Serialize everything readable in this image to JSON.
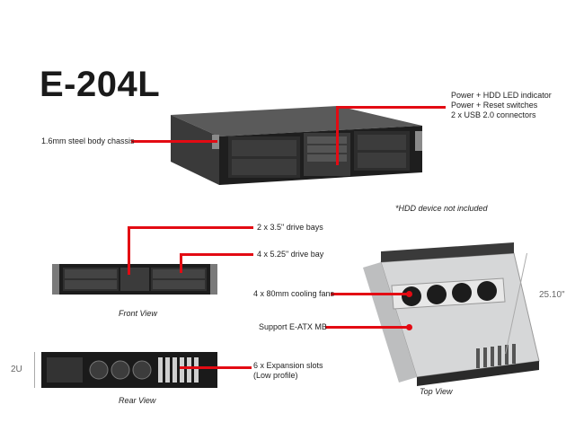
{
  "title": "E-204L",
  "callouts": {
    "power_hdd_led": "Power + HDD LED indicator",
    "power_reset": "Power + Reset switches",
    "usb": "2 x USB 2.0 connectors",
    "steel_body": "1.6mm steel body chassis",
    "hdd_note": "*HDD device not included",
    "drive_bays_35": "2 x 3.5\" drive bays",
    "drive_bay_525": "4 x 5.25\" drive bay",
    "cooling_fans": "4 x 80mm cooling fans",
    "eatx": "Support E-ATX MB",
    "expansion_line1": "6 x Expansion slots",
    "expansion_line2": "(Low profile)"
  },
  "views": {
    "front": "Front View",
    "rear": "Rear View",
    "top": "Top View"
  },
  "dimensions": {
    "height": "2U",
    "depth": "25.10\""
  },
  "colors": {
    "accent": "#e30b13",
    "chassis_dark": "#1c1c1c",
    "chassis_light": "#d9dadb"
  }
}
